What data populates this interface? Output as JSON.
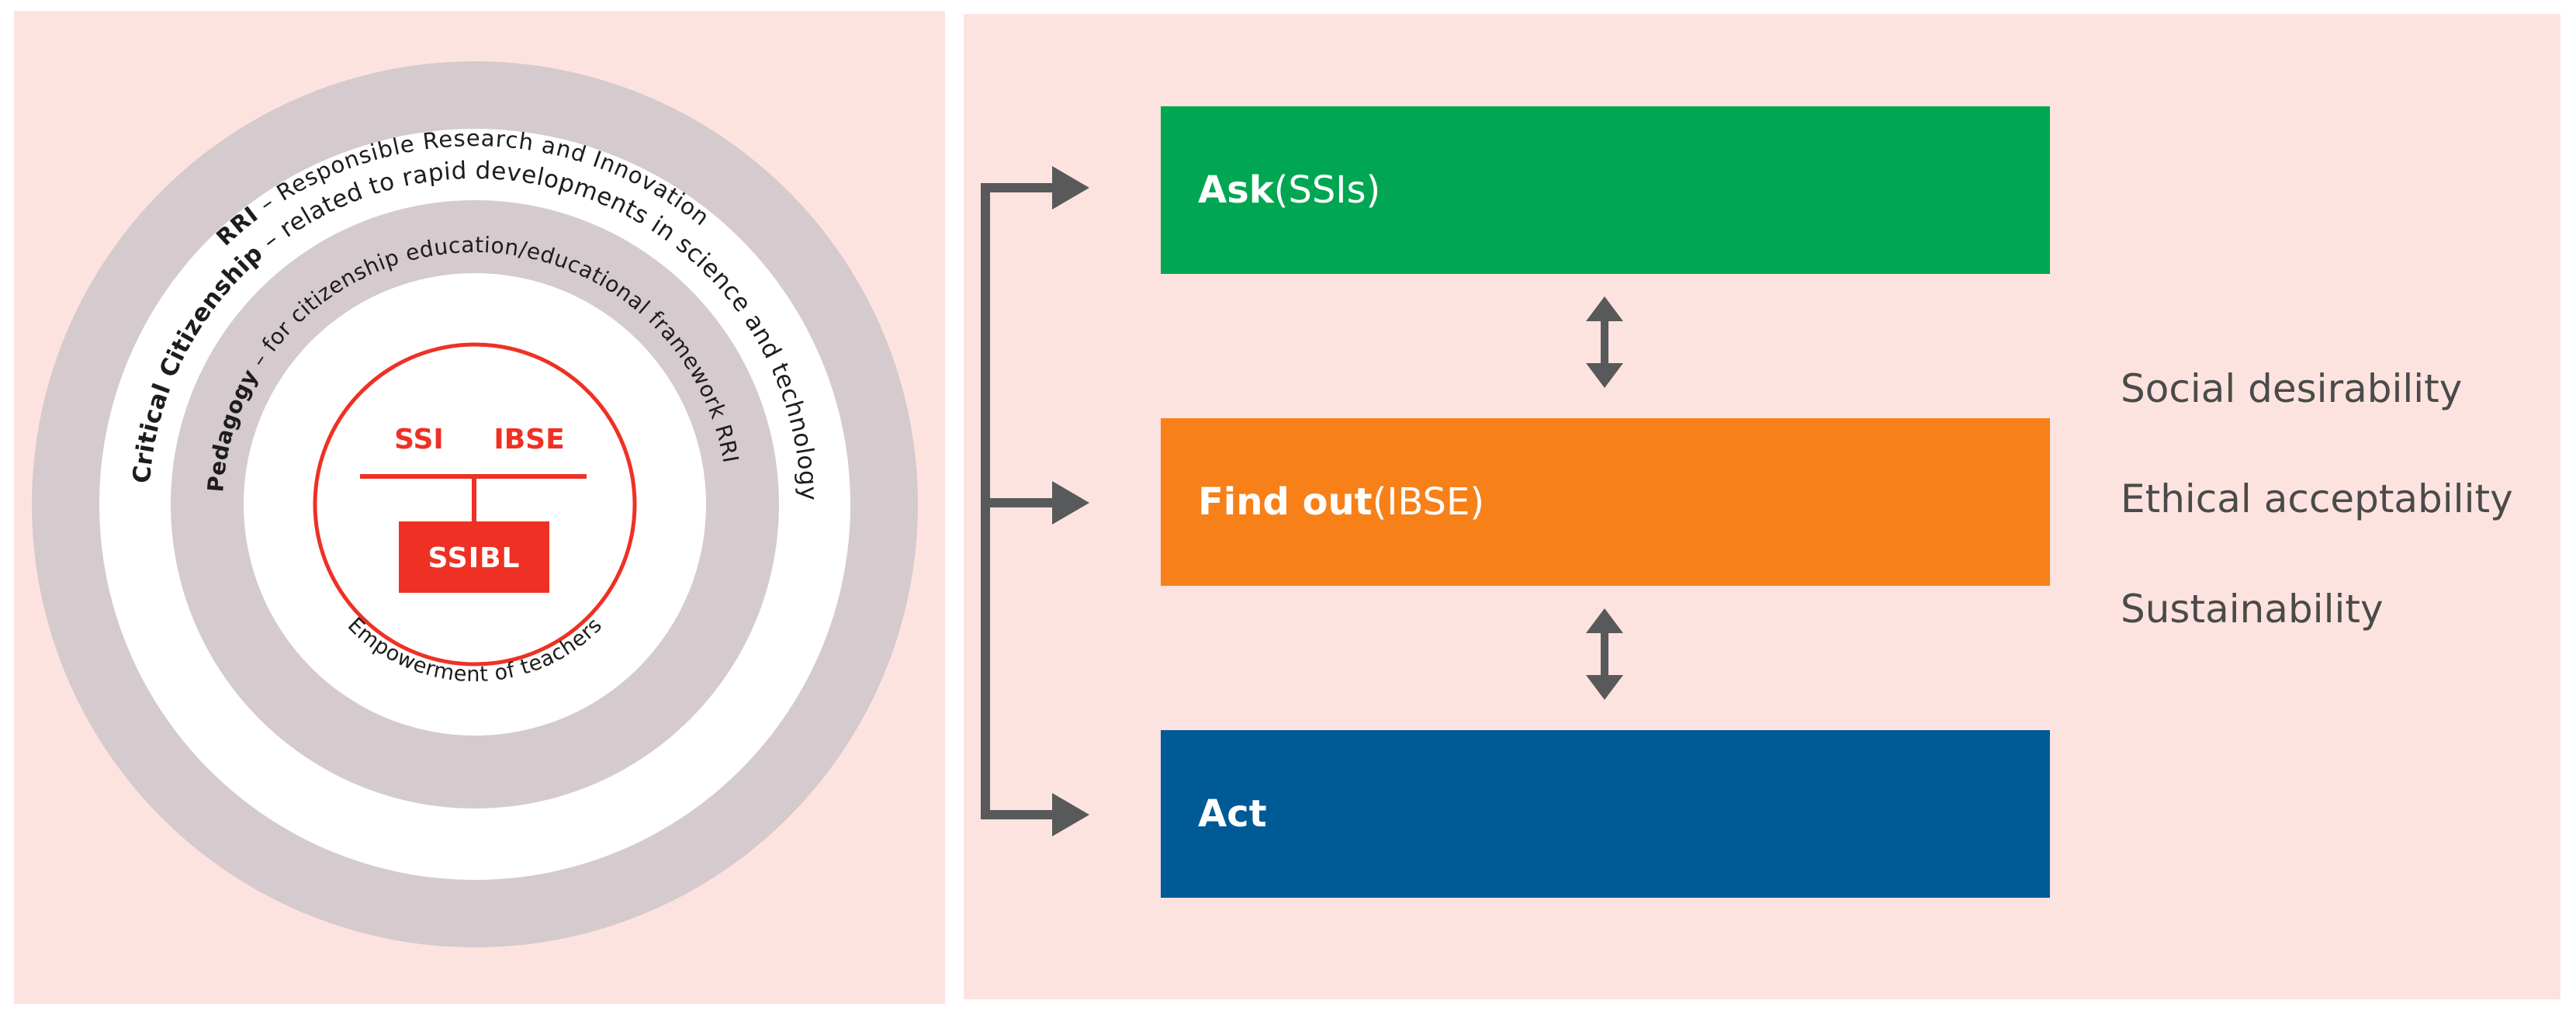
{
  "left_diagram": {
    "rri": {
      "bold": "RRI",
      "rest": " – Responsible Research and Innovation"
    },
    "citizenship": {
      "bold": "Critical Citizenship",
      "rest": " – related to rapid developments in science and technology"
    },
    "pedagogy": {
      "bold": "Pedagogy",
      "rest": " – for citizenship education/educational framework RRI"
    },
    "core": {
      "ssi": "SSI",
      "ibse": "IBSE",
      "ssibl": "SSIBL"
    },
    "empowerment": "Empowerment of teachers"
  },
  "flow": {
    "ask": {
      "bold": "Ask",
      "rest": " (SSIs)"
    },
    "find_out": {
      "bold": "Find out",
      "rest": " (IBSE)"
    },
    "act": {
      "bold": "Act",
      "rest": ""
    }
  },
  "criteria": [
    "Social desirability",
    "Ethical acceptability",
    "Sustainability"
  ],
  "colors": {
    "background": "#fde3df",
    "ring": "#d5cacd",
    "core_red": "#ee3124",
    "ask_green": "#00a651",
    "find_orange": "#f78018",
    "act_blue": "#005a96",
    "arrow_gray": "#58595b"
  }
}
